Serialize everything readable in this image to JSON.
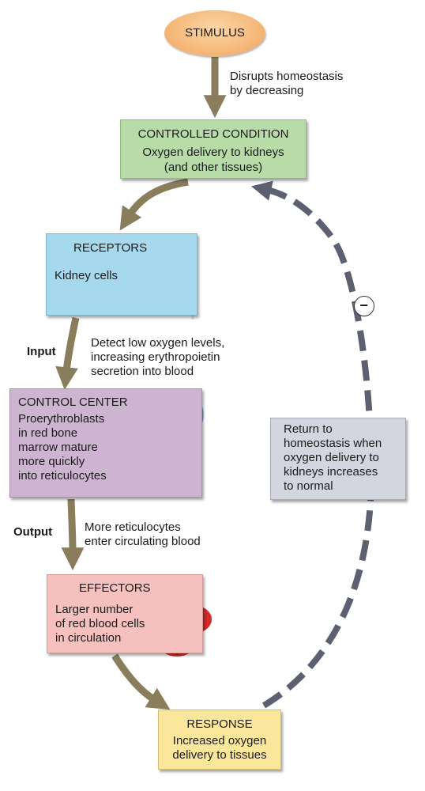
{
  "stimulus": "STIMULUS",
  "stimulus_arrow_label": [
    "Disrupts homeostasis",
    "by decreasing"
  ],
  "controlled_condition": {
    "title": "CONTROLLED CONDITION",
    "lines": [
      "Oxygen delivery to kidneys",
      "(and other tissues)"
    ]
  },
  "receptors": {
    "title": "RECEPTORS",
    "lines": [
      "Kidney cells"
    ]
  },
  "input_label": "Input",
  "input_arrow_label": [
    "Detect low oxygen levels,",
    "increasing erythropoietin",
    "secretion into blood"
  ],
  "control_center": {
    "title": "CONTROL CENTER",
    "lines": [
      "Proerythroblasts",
      "in red bone",
      "marrow mature",
      "more quickly",
      "into reticulocytes"
    ]
  },
  "output_label": "Output",
  "output_arrow_label": [
    "More reticulocytes",
    "enter circulating blood"
  ],
  "effectors": {
    "title": "EFFECTORS",
    "lines": [
      "Larger number",
      "of red blood cells",
      "in circulation"
    ]
  },
  "response": {
    "title": "RESPONSE",
    "lines": [
      "Increased oxygen",
      "delivery to tissues"
    ]
  },
  "return_box": {
    "lines": [
      "Return to",
      "homeostasis when",
      "oxygen delivery to",
      "kidneys increases",
      "to normal"
    ]
  },
  "negative_sign": "−",
  "colors": {
    "arrow": "#8a7d5c",
    "dashed_loop": "#5c6070",
    "controlled_condition_bg": "#b7dca8",
    "receptors_bg": "#a6d9ee",
    "control_center_bg": "#cdb4d0",
    "effectors_bg": "#f6c0bf",
    "response_bg": "#fbe79b",
    "return_bg": "#d4d6df"
  }
}
